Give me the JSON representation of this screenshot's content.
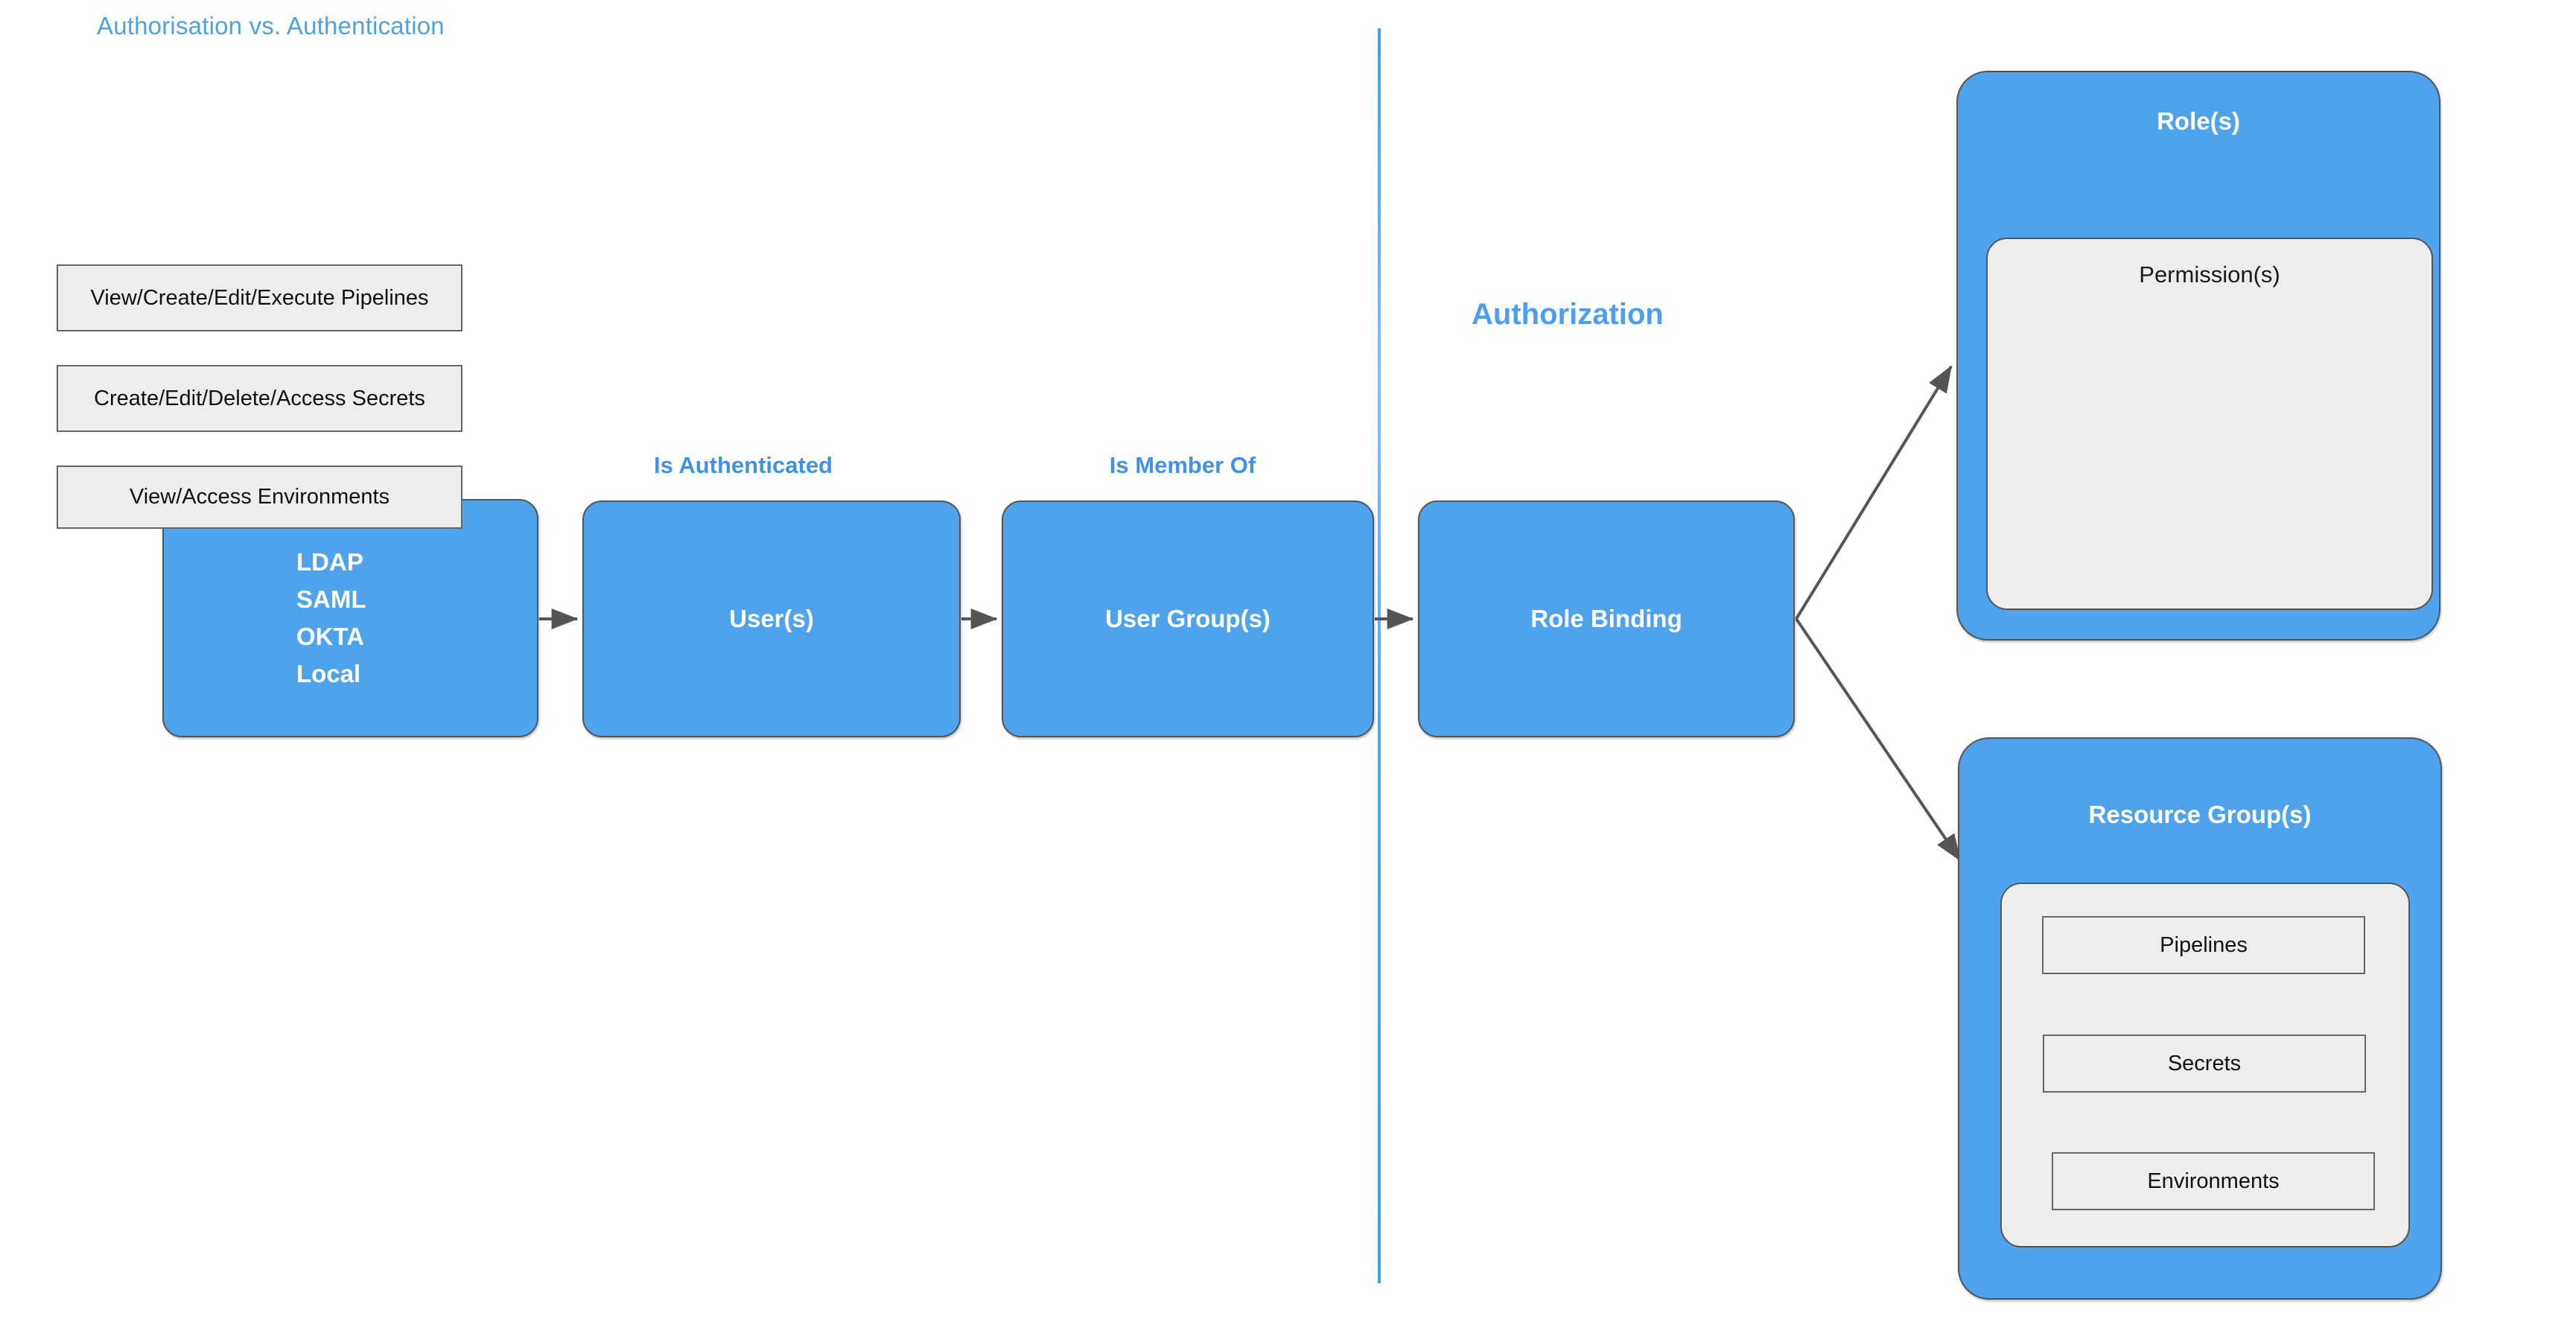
{
  "title": "Authorisation vs. Authentication",
  "colors": {
    "title_blue": "#4FA3DD",
    "heading_blue": "#4D9EF0",
    "label_blue": "#3E93E8",
    "box_blue": "#4FA3EC",
    "panel_gray": "#EDEDED",
    "border_gray": "#555555",
    "arrow_gray": "#555555"
  },
  "sections": {
    "authentication": "Authentication",
    "authorization": "Authorization"
  },
  "edge_labels": {
    "is_authenticated": "Is Authenticated",
    "is_member_of": "Is Member Of"
  },
  "flow": {
    "identity_providers": {
      "lines": [
        "LDAP",
        "SAML",
        "OKTA",
        "Local"
      ],
      "text": "LDAP\nSAML\nOKTA\nLocal"
    },
    "users": "User(s)",
    "user_groups": "User Group(s)",
    "role_binding": "Role Binding"
  },
  "roles": {
    "title": "Role(s)",
    "permissions_title": "Permission(s)",
    "permissions": [
      "View/Create/Edit/Execute Pipelines",
      "Create/Edit/Delete/Access Secrets",
      "View/Access Environments"
    ]
  },
  "resources": {
    "title": "Resource Group(s)",
    "items": [
      "Pipelines",
      "Secrets",
      "Environments"
    ]
  }
}
